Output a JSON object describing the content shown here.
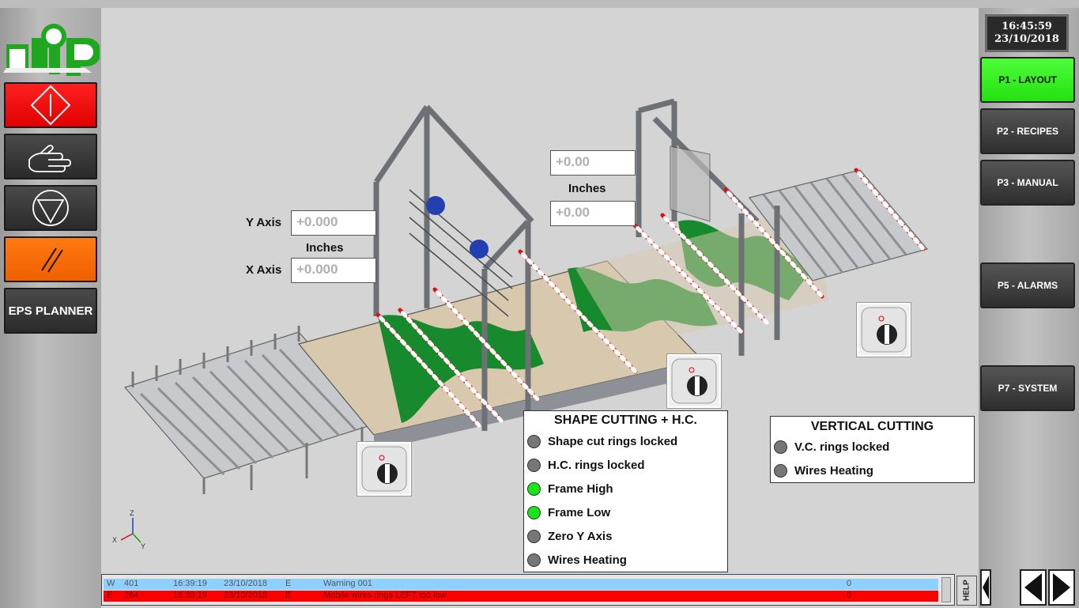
{
  "datetime": {
    "time": "16:45:59",
    "date": "23/10/2018"
  },
  "left_toolbar": {
    "eps_planner": "EPS PLANNER"
  },
  "nav": {
    "p1": "P1 - LAYOUT",
    "p2": "P2 - RECIPES",
    "p3": "P3 - MANUAL",
    "p5": "P5 - ALARMS",
    "p7": "P7 - SYSTEM"
  },
  "axes": {
    "y_label": "Y Axis",
    "x_label": "X Axis",
    "units_left": "Inches",
    "y_value": "+0.000",
    "x_value": "+0.000",
    "top_value": "+0.00",
    "bottom_value": "+0.00",
    "units_right": "Inches"
  },
  "shape_cutting": {
    "title": "SHAPE CUTTING + H.C.",
    "items": [
      {
        "label": "Shape cut rings locked",
        "state": "off"
      },
      {
        "label": "H.C. rings locked",
        "state": "off"
      },
      {
        "label": "Frame High",
        "state": "on"
      },
      {
        "label": "Frame Low",
        "state": "on"
      },
      {
        "label": "Zero Y Axis",
        "state": "off"
      },
      {
        "label": "Wires Heating",
        "state": "off"
      }
    ]
  },
  "vertical_cutting": {
    "title": "VERTICAL CUTTING",
    "items": [
      {
        "label": "V.C. rings locked",
        "state": "off"
      },
      {
        "label": "Wires Heating",
        "state": "off"
      }
    ]
  },
  "alarms": [
    {
      "type": "W",
      "code": "401",
      "time": "16:39:19",
      "date": "23/10/2018",
      "flag": "E",
      "text": "Warning 001",
      "count": "0"
    },
    {
      "type": "E",
      "code": "264",
      "time": "16:39:19",
      "date": "23/10/2018",
      "flag": "E",
      "text": "Mobile wires rings LEFT too low",
      "count": "0"
    }
  ],
  "help": "HELP",
  "colors": {
    "active_nav": "#2ee81a",
    "emergency": "#ff0000",
    "reset": "#ff7000",
    "led_on": "#19e619",
    "led_off": "#777777"
  }
}
